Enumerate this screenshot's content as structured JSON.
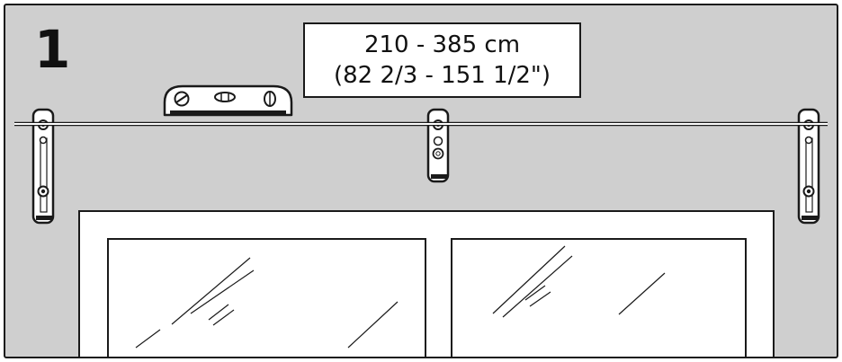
{
  "step": {
    "number": "1"
  },
  "measurement": {
    "metric": "210 - 385 cm",
    "imperial": "(82 2/3 - 151 1/2\")"
  }
}
